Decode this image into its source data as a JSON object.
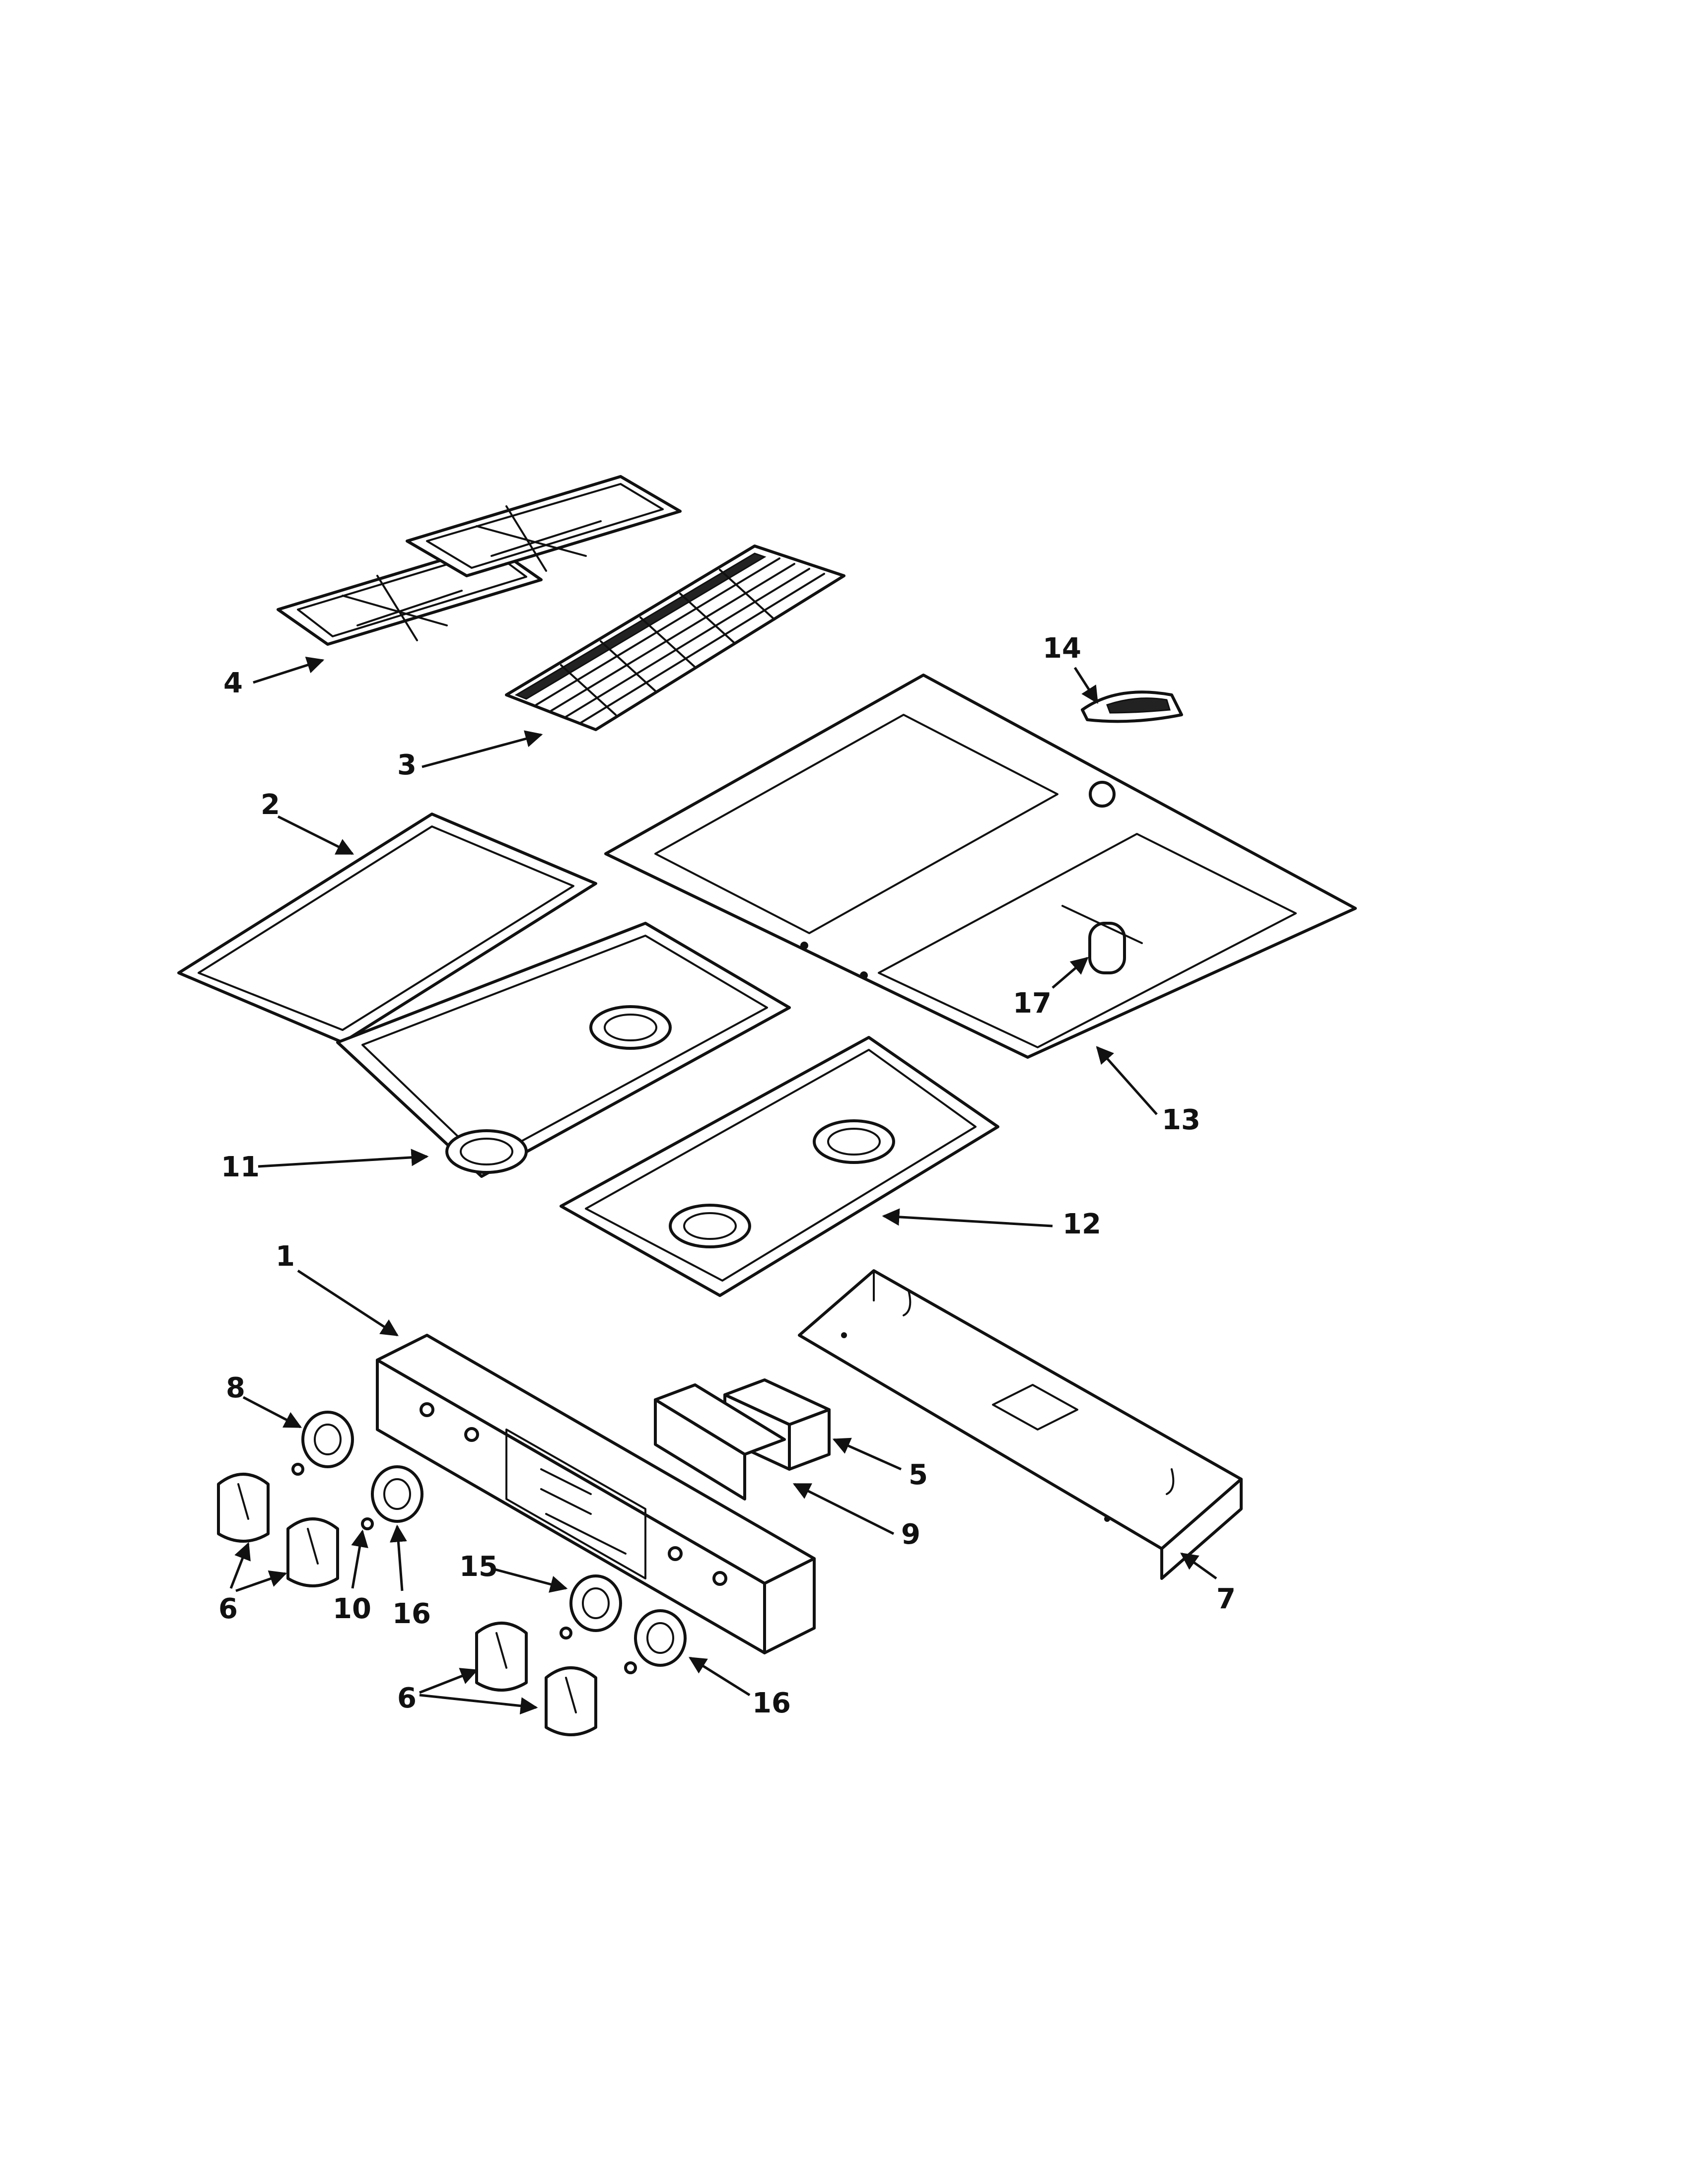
{
  "callouts": {
    "c1": "1",
    "c2": "2",
    "c3": "3",
    "c4": "4",
    "c5": "5",
    "c6a": "6",
    "c6b": "6",
    "c7": "7",
    "c8": "8",
    "c9": "9",
    "c10": "10",
    "c11": "11",
    "c12": "12",
    "c13": "13",
    "c14": "14",
    "c15": "15",
    "c16a": "16",
    "c16b": "16",
    "c17": "17"
  },
  "colors": {
    "line": "#111111",
    "background": "#ffffff"
  }
}
